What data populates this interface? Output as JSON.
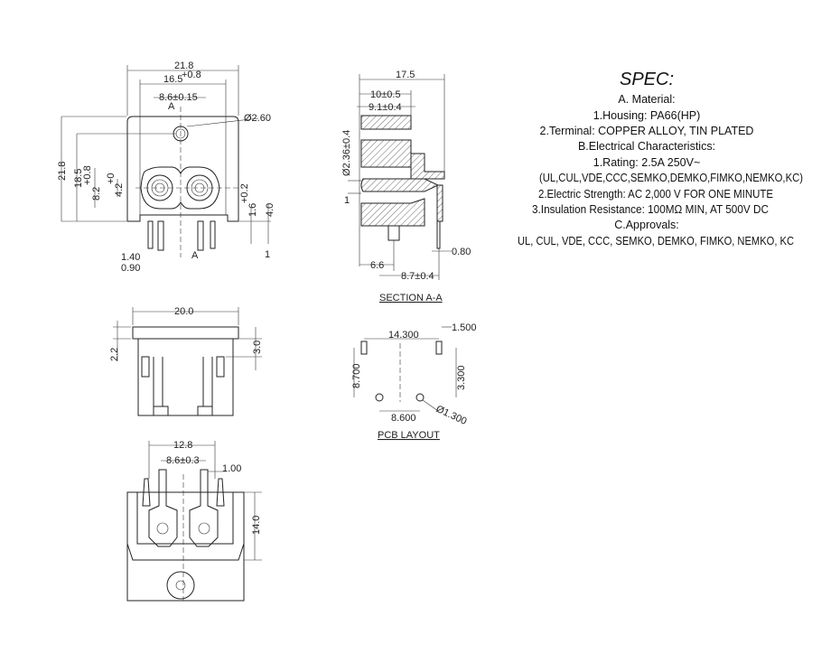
{
  "front_view": {
    "width": "21.8",
    "pin_span": "16.5",
    "pin_span_tol": "+0.8",
    "pitch": "8.6±0.15",
    "section_mark": "A",
    "hole_dia": "Ø2.60",
    "height": "21.8",
    "center_height": "18.5",
    "socket_dia": "8.2",
    "socket_tol": "+0.8",
    "pin_dia": "4.2",
    "pin_tol": "+0",
    "offset": "1.6",
    "offset_tol": "+0.2",
    "leg_height": "4.0",
    "pin_w1": "1.40",
    "pin_w2": "0.90",
    "section_mark_bottom": "A",
    "pin_thk": "1"
  },
  "section_view": {
    "depth": "17.5",
    "d1": "10±0.5",
    "d2": "9.1±0.4",
    "dia": "Ø2.36±0.4",
    "pin_thk": "1",
    "d3": "6.6",
    "d4": "8.7±0.4",
    "d5": "0.80",
    "label": "SECTION  A-A"
  },
  "side_view": {
    "width": "20.0",
    "left": "2.2",
    "right": "3.0"
  },
  "bottom_view": {
    "span": "12.8",
    "pitch": "8.6±0.3",
    "pin": "1.00",
    "height": "14.0"
  },
  "pcb_layout": {
    "span": "14.300",
    "slot": "1.500",
    "height": "8.700",
    "offset": "3.300",
    "pitch": "8.600",
    "hole": "Ø1.300",
    "label": "PCB LAYOUT"
  },
  "spec": {
    "title": "SPEC:",
    "lines": [
      "A. Material:",
      "1.Housing: PA66(HP)",
      "2.Terminal: COPPER ALLOY, TIN PLATED",
      "B.Electrical Characteristics:",
      "1.Rating:  2.5A 250V~",
      "(UL,CUL,VDE,CCC,SEMKO,DEMKO,FIMKO,NEMKO,KC)",
      "2.Electric Strength: AC 2,000 V FOR ONE MINUTE",
      "3.Insulation Resistance: 100MΩ MIN, AT 500V DC",
      "C.Approvals:",
      "UL, CUL, VDE, CCC, SEMKO, DEMKO, FIMKO, NEMKO, KC"
    ]
  }
}
